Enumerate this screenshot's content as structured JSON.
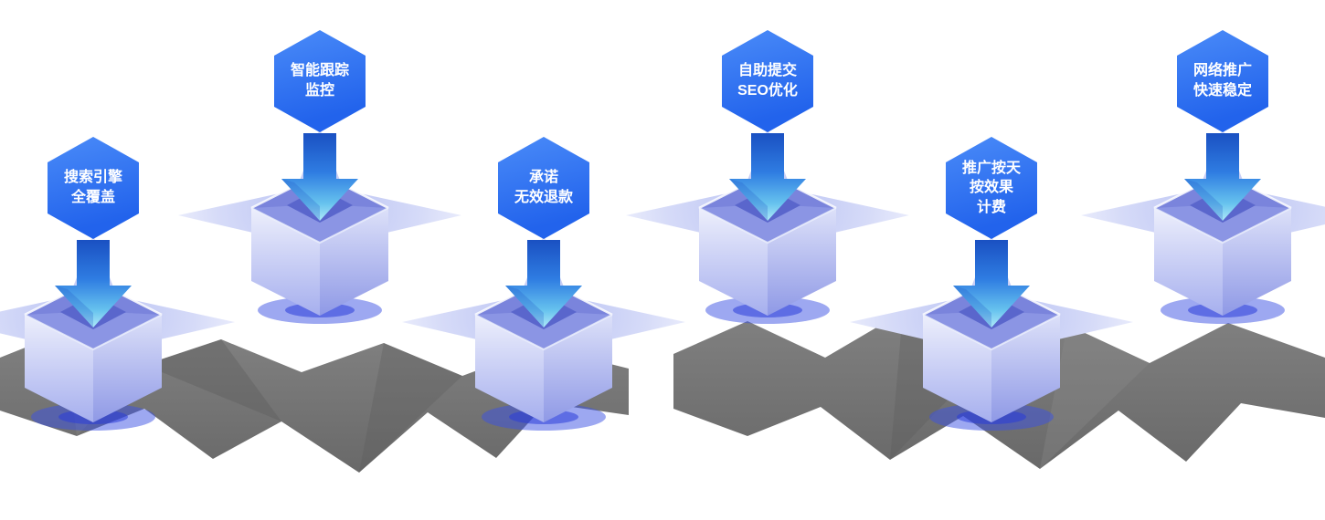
{
  "features": [
    {
      "label": "搜索引擎全覆盖",
      "lines": [
        "搜索引擎",
        "全覆盖"
      ],
      "placement": "low"
    },
    {
      "label": "智能跟踪监控",
      "lines": [
        "智能跟踪",
        "监控"
      ],
      "placement": "high"
    },
    {
      "label": "承诺无效退款",
      "lines": [
        "承诺",
        "无效退款"
      ],
      "placement": "low"
    },
    {
      "label": "自助提交SEO优化",
      "lines": [
        "自助提交",
        "SEO优化"
      ],
      "placement": "high"
    },
    {
      "label": "推广按天按效果计费",
      "lines": [
        "推广按天",
        "按效果",
        "计费"
      ],
      "placement": "low"
    },
    {
      "label": "网络推广快速稳定",
      "lines": [
        "网络推广",
        "快速稳定"
      ],
      "placement": "high"
    }
  ],
  "graphics": {
    "badge_shape": "hexagon",
    "arrow_icon": "down-arrow-3d",
    "container_icon": "open-box-3d",
    "burst_shape": "four-point-star",
    "ground_shape": "jagged-shadow-mass"
  },
  "colors": {
    "hex_top": "#4a8bf8",
    "hex_bottom": "#2263ec",
    "arrow_dark": "#1a50c2",
    "arrow_light": "#aee9f8",
    "box_light": "#edeffc",
    "box_mid": "#8f99e6",
    "box_inner": "#5a66cc",
    "star_light": "#e8ebfb",
    "glow_blue": "#3b52e4",
    "shadow_gray": "#6c6c6c",
    "background": "#ffffff"
  }
}
